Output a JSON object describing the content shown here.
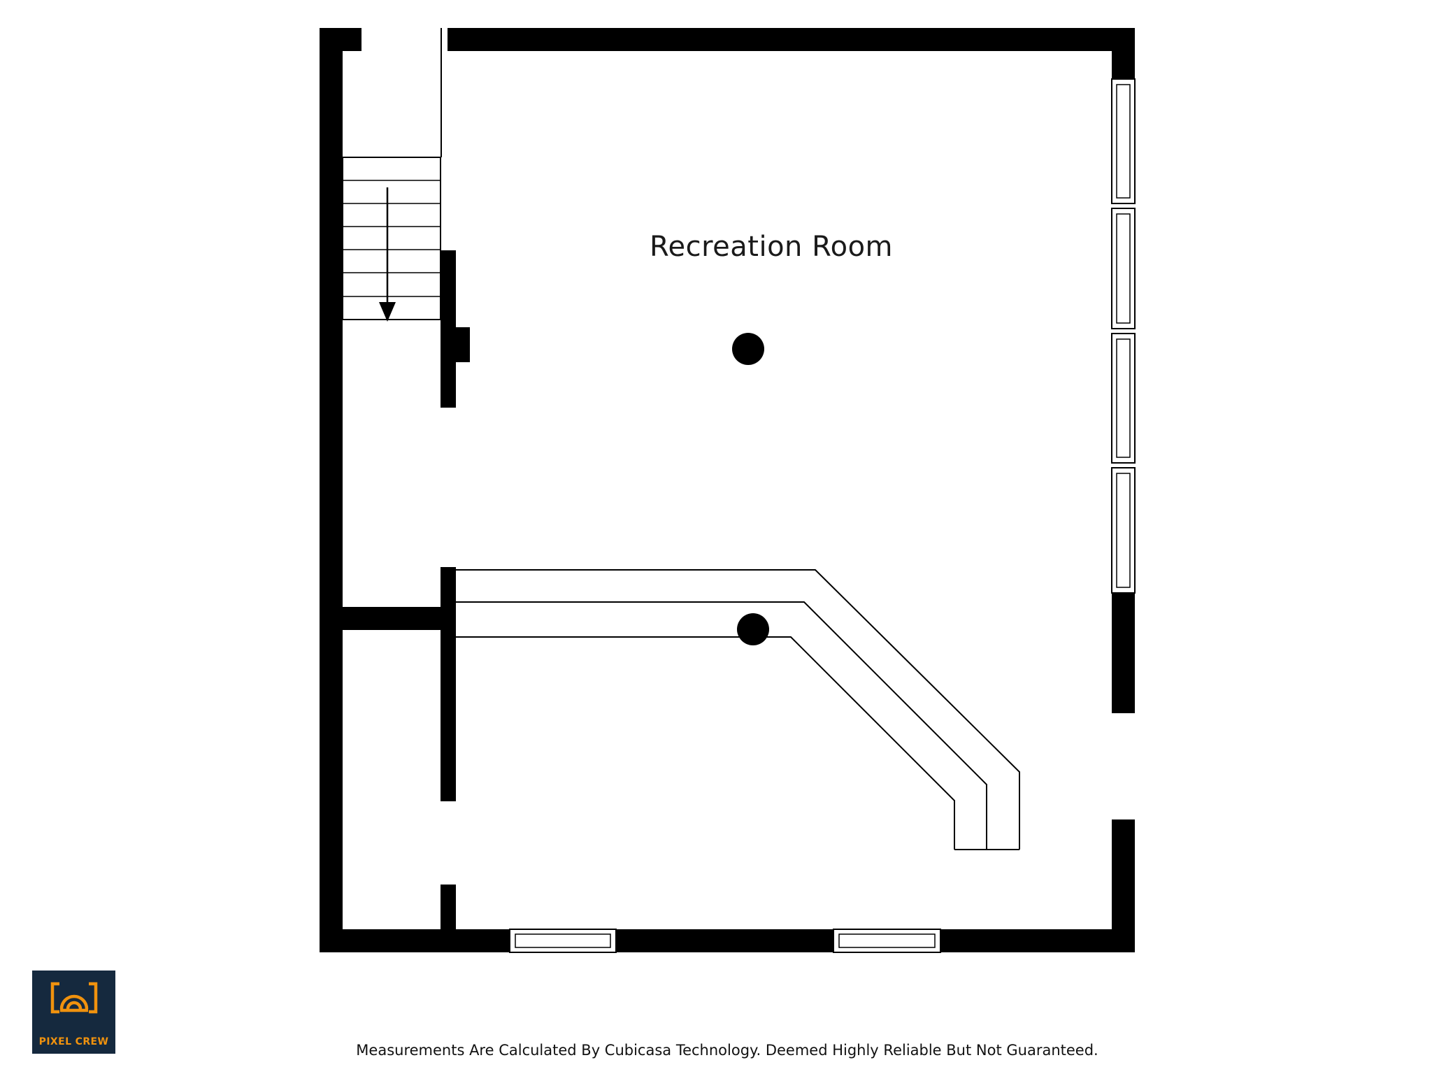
{
  "page": {
    "background_color": "#ffffff"
  },
  "floor_plan": {
    "room_label": "Recreation Room",
    "wall_color": "#000000",
    "feature_names": [
      "staircase-down",
      "stair-down-arrow",
      "bar-counter",
      "support-column",
      "window",
      "door-opening"
    ]
  },
  "branding": {
    "logo_text": "PIXEL CREW",
    "logo_background_color": "#15293e",
    "logo_accent_color": "#f0920e"
  },
  "footer": {
    "disclaimer": "Measurements Are Calculated By Cubicasa Technology. Deemed Highly Reliable But Not Guaranteed."
  }
}
